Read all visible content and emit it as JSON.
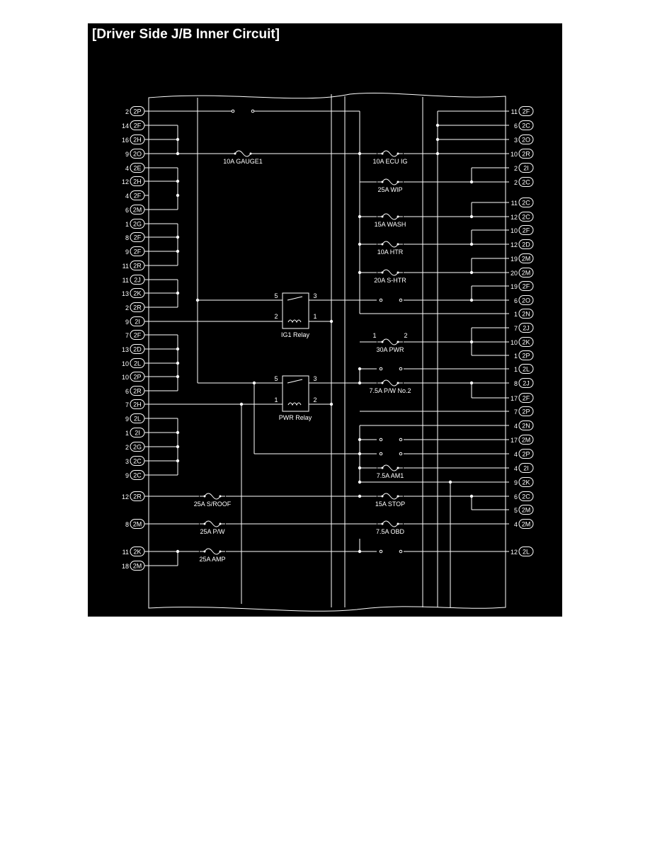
{
  "title": "[Driver Side J/B Inner Circuit]",
  "colors": {
    "background": "#000000",
    "line": "#ffffff",
    "page": "#ffffff"
  },
  "left_connectors": [
    {
      "pin": "2",
      "code": "2P"
    },
    {
      "pin": "14",
      "code": "2F"
    },
    {
      "pin": "16",
      "code": "2H"
    },
    {
      "pin": "9",
      "code": "2O"
    },
    {
      "pin": "4",
      "code": "2E"
    },
    {
      "pin": "12",
      "code": "2H"
    },
    {
      "pin": "4",
      "code": "2F"
    },
    {
      "pin": "6",
      "code": "2M"
    },
    {
      "pin": "1",
      "code": "2G"
    },
    {
      "pin": "8",
      "code": "2F"
    },
    {
      "pin": "9",
      "code": "2F"
    },
    {
      "pin": "11",
      "code": "2R"
    },
    {
      "pin": "11",
      "code": "2J"
    },
    {
      "pin": "13",
      "code": "2K"
    },
    {
      "pin": "2",
      "code": "2R"
    },
    {
      "pin": "9",
      "code": "2I"
    },
    {
      "pin": "7",
      "code": "2F"
    },
    {
      "pin": "13",
      "code": "2D"
    },
    {
      "pin": "10",
      "code": "2L"
    },
    {
      "pin": "10",
      "code": "2P"
    },
    {
      "pin": "6",
      "code": "2R"
    },
    {
      "pin": "7",
      "code": "2H"
    },
    {
      "pin": "9",
      "code": "2L"
    },
    {
      "pin": "1",
      "code": "2I"
    },
    {
      "pin": "2",
      "code": "2G"
    },
    {
      "pin": "3",
      "code": "2C"
    },
    {
      "pin": "9",
      "code": "2C"
    },
    {
      "pin": "12",
      "code": "2R"
    },
    {
      "pin": "8",
      "code": "2M"
    },
    {
      "pin": "11",
      "code": "2K"
    },
    {
      "pin": "18",
      "code": "2M"
    }
  ],
  "right_connectors": [
    {
      "pin": "11",
      "code": "2F"
    },
    {
      "pin": "6",
      "code": "2C"
    },
    {
      "pin": "3",
      "code": "2O"
    },
    {
      "pin": "10",
      "code": "2R"
    },
    {
      "pin": "2",
      "code": "2I"
    },
    {
      "pin": "2",
      "code": "2C"
    },
    {
      "pin": "11",
      "code": "2C"
    },
    {
      "pin": "12",
      "code": "2C"
    },
    {
      "pin": "10",
      "code": "2F"
    },
    {
      "pin": "12",
      "code": "2D"
    },
    {
      "pin": "19",
      "code": "2M"
    },
    {
      "pin": "20",
      "code": "2M"
    },
    {
      "pin": "19",
      "code": "2F"
    },
    {
      "pin": "6",
      "code": "2O"
    },
    {
      "pin": "1",
      "code": "2N"
    },
    {
      "pin": "7",
      "code": "2J"
    },
    {
      "pin": "10",
      "code": "2K"
    },
    {
      "pin": "1",
      "code": "2P"
    },
    {
      "pin": "1",
      "code": "2L"
    },
    {
      "pin": "8",
      "code": "2J"
    },
    {
      "pin": "17",
      "code": "2F"
    },
    {
      "pin": "7",
      "code": "2P"
    },
    {
      "pin": "4",
      "code": "2N"
    },
    {
      "pin": "17",
      "code": "2M"
    },
    {
      "pin": "4",
      "code": "2P"
    },
    {
      "pin": "4",
      "code": "2I"
    },
    {
      "pin": "9",
      "code": "2K"
    },
    {
      "pin": "6",
      "code": "2C"
    },
    {
      "pin": "5",
      "code": "2M"
    },
    {
      "pin": "4",
      "code": "2M"
    },
    {
      "pin": "12",
      "code": "2L"
    }
  ],
  "left_fuses": [
    "10A GAUGE1",
    "25A S/ROOF",
    "25A P/W",
    "25A AMP"
  ],
  "right_fuses": [
    "10A ECU IG",
    "25A WIP",
    "15A WASH",
    "10A HTR",
    "20A S-HTR",
    "30A PWR",
    "7.5A P/W No.2",
    "7.5A AM1",
    "15A STOP",
    "7.5A OBD"
  ],
  "relays": [
    {
      "name": "IG1 Relay",
      "pins": [
        "5",
        "3",
        "2",
        "1"
      ]
    },
    {
      "name": "PWR Relay",
      "pins": [
        "5",
        "3",
        "1",
        "2"
      ]
    }
  ],
  "fuse_pin_labels": [
    "1",
    "2"
  ]
}
